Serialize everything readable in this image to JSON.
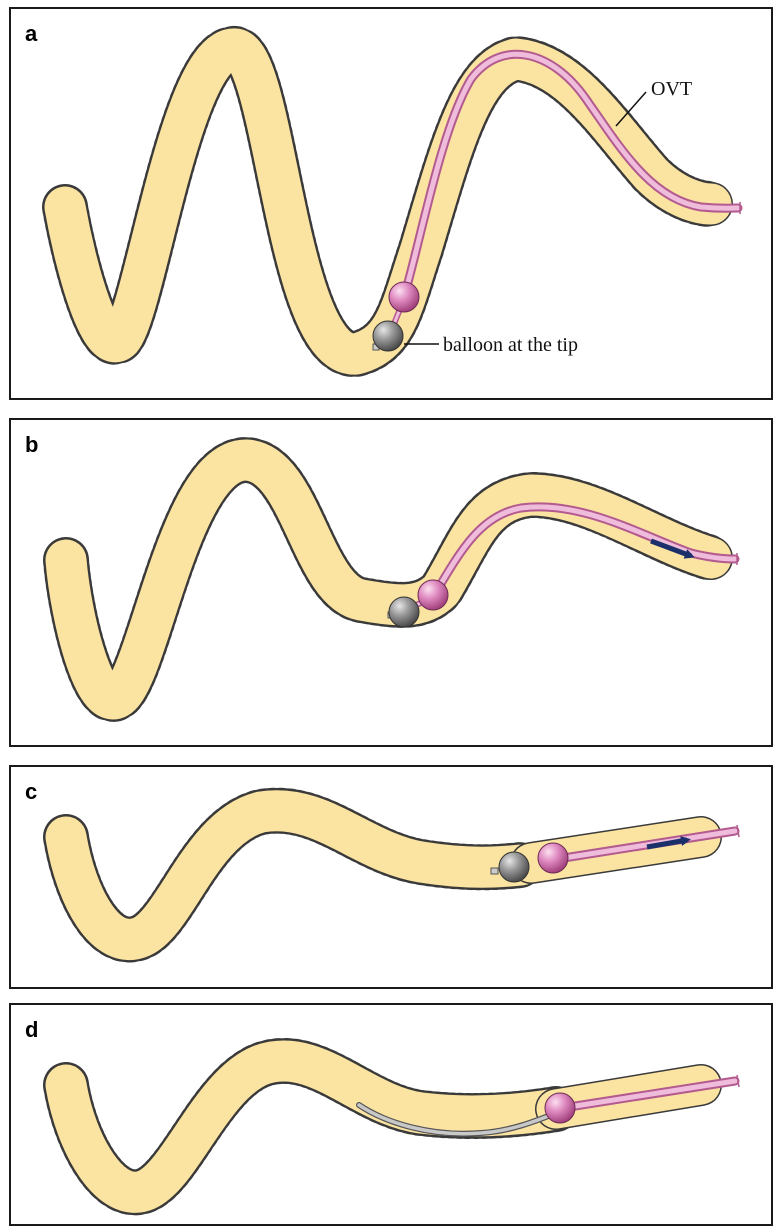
{
  "panels": [
    {
      "letter": "a"
    },
    {
      "letter": "b"
    },
    {
      "letter": "c"
    },
    {
      "letter": "d"
    }
  ],
  "labels": {
    "ovt": "OVT",
    "balloon": "balloon at the tip"
  },
  "colors": {
    "colon_fill": "#fbe3a1",
    "colon_outline": "#3a3a3a",
    "tube_pink": "#e9a8cf",
    "tube_pink_dark": "#b35a8f",
    "balloon_gray": "#8c8c8c",
    "balloon_pink": "#d873b4",
    "arrow_navy": "#1b2f6b",
    "scope_gray": "#b5b5b5"
  }
}
